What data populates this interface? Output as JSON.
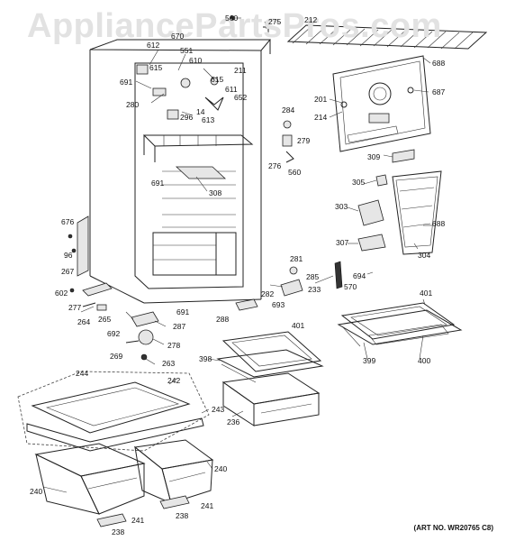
{
  "watermark": "AppliancePartsPros.com",
  "art_no": "(ART NO. WR20765 C8)",
  "labels": {
    "l560a": "560",
    "l275": "275",
    "l212": "212",
    "l670": "670",
    "l612": "612",
    "l551": "551",
    "l615a": "615",
    "l610": "610",
    "l211": "211",
    "l691a": "691",
    "l615b": "615",
    "l611": "611",
    "l652": "652",
    "l280": "280",
    "l14": "14",
    "l296": "296",
    "l613": "613",
    "l688a": "688",
    "l687": "687",
    "l201": "201",
    "l214": "214",
    "l284": "284",
    "l279": "279",
    "l276": "276",
    "l560b": "560",
    "l691b": "691",
    "l308": "308",
    "l309": "309",
    "l305": "305",
    "l303": "303",
    "l688b": "688",
    "l676": "676",
    "l307": "307",
    "l304": "304",
    "l96": "96",
    "l281": "281",
    "l267": "267",
    "l694": "694",
    "l285": "285",
    "l570": "570",
    "l233": "233",
    "l602": "602",
    "l282": "282",
    "l693": "693",
    "l401a": "401",
    "l277": "277",
    "l691c": "691",
    "l264": "264",
    "l265": "265",
    "l288": "288",
    "l287": "287",
    "l401b": "401",
    "l692": "692",
    "l278": "278",
    "l269": "269",
    "l263": "263",
    "l398": "398",
    "l399": "399",
    "l400": "400",
    "l244": "244",
    "l242": "242",
    "l243": "243",
    "l236": "236",
    "l240a": "240",
    "l240b": "240",
    "l241a": "241",
    "l241b": "241",
    "l238a": "238",
    "l238b": "238"
  }
}
